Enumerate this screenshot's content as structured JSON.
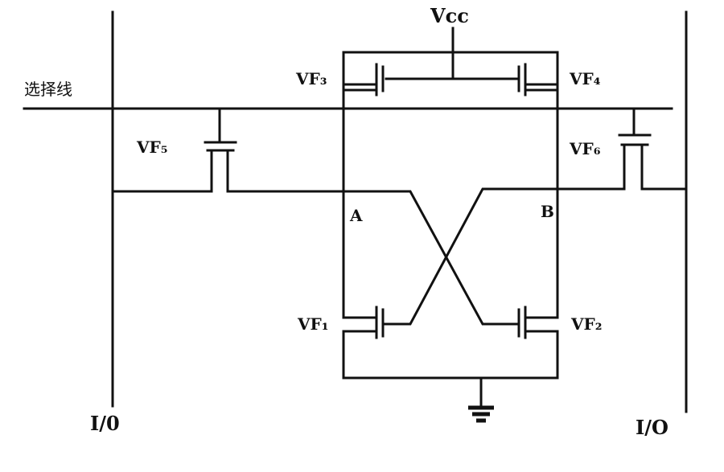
{
  "labels": {
    "vcc": "Vcc",
    "select_line": "选择线",
    "vf1": "VF₁",
    "vf2": "VF₂",
    "vf3": "VF₃",
    "vf4": "VF₄",
    "vf5": "VF₅",
    "vf6": "VF₆",
    "node_a": "A",
    "node_b": "B",
    "io_left": "I/0",
    "io_right": "I/O"
  }
}
